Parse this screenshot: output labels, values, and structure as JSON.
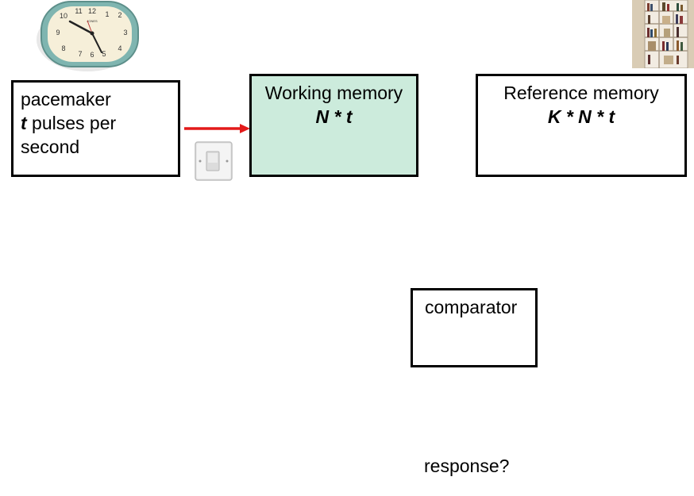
{
  "pacemaker": {
    "line1": "pacemaker",
    "t": "t",
    "line2_rest": " pulses per",
    "line3": "second"
  },
  "working_memory": {
    "title": "Working memory",
    "formula": "N * t"
  },
  "reference_memory": {
    "title": "Reference memory",
    "formula": "K * N * t"
  },
  "comparator": {
    "label": "comparator"
  },
  "response": {
    "label": "response?"
  },
  "clock": {
    "brand": "JONES",
    "numbers": [
      "12",
      "1",
      "2",
      "3",
      "4",
      "5",
      "6",
      "7",
      "8",
      "9",
      "10",
      "11"
    ]
  },
  "colors": {
    "working_fill": "#ccebdc",
    "arrow": "#e31a1a",
    "clock_frame": "#7fb5b0",
    "clock_face": "#f6efd9"
  }
}
